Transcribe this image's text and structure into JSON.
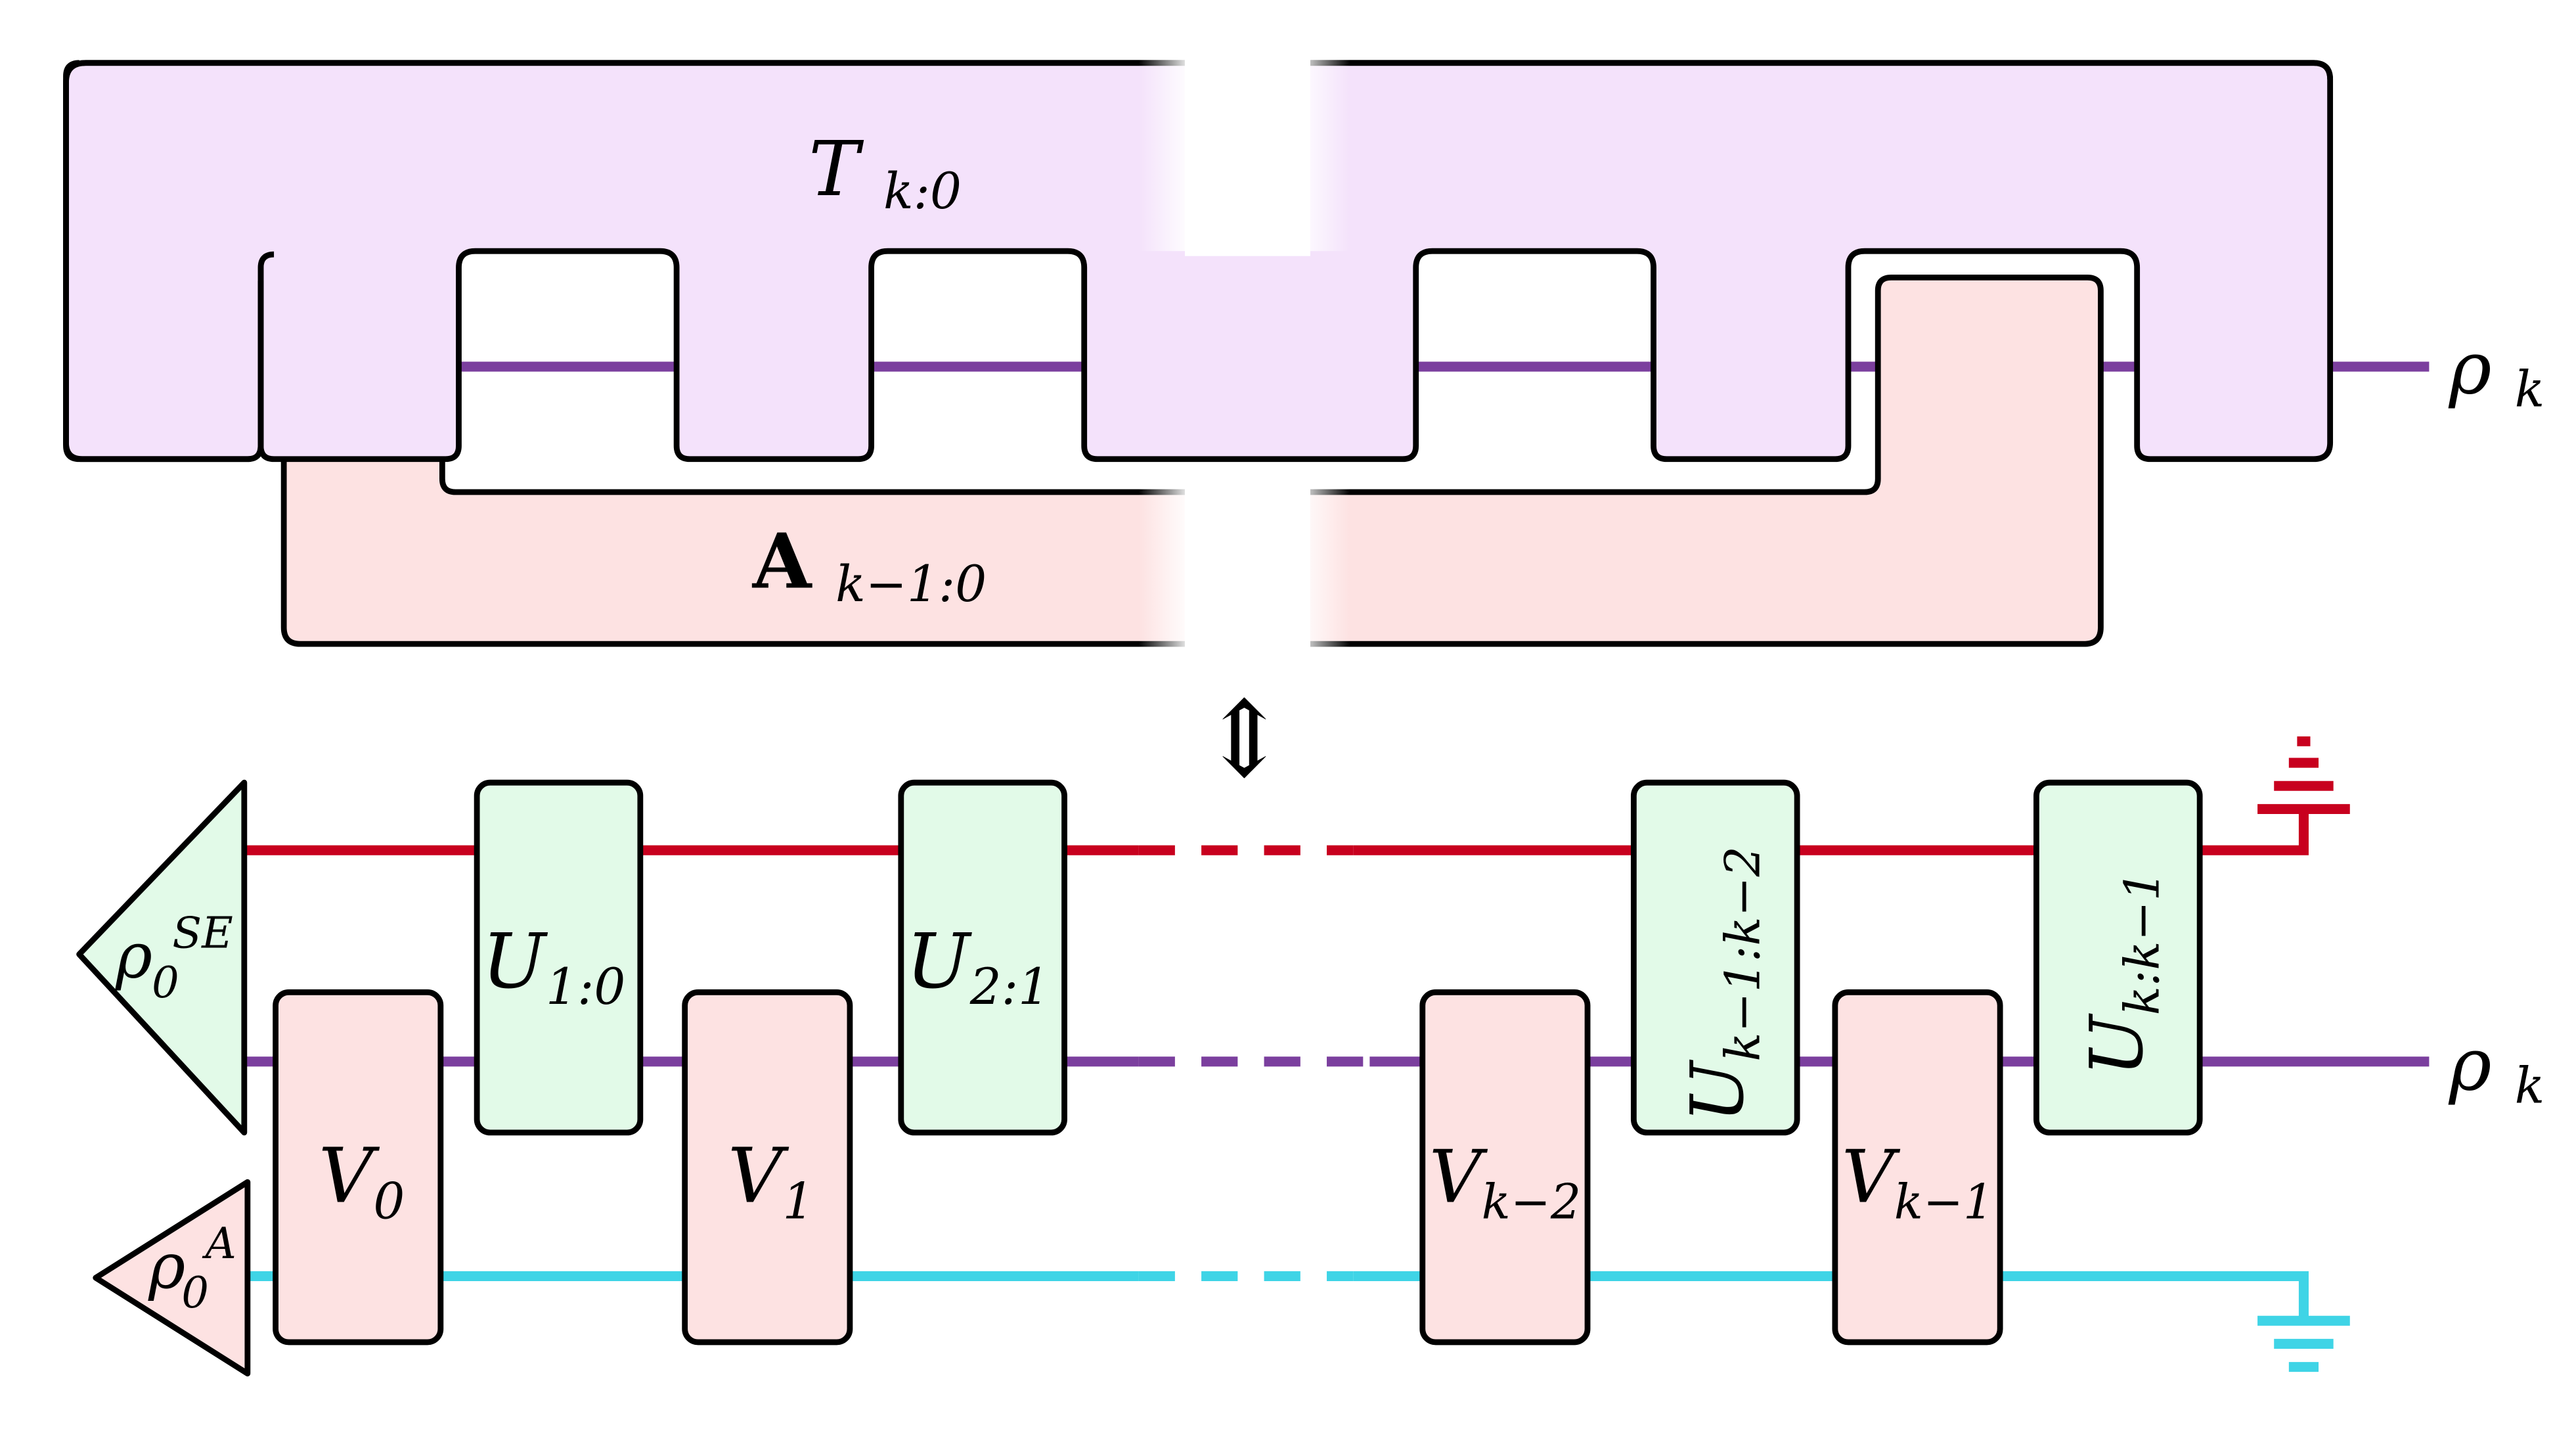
{
  "top": {
    "comb_label": {
      "main": "T",
      "sub": "k:0"
    },
    "tester_label": {
      "main": "A",
      "sub": "k−1:0"
    },
    "output_label": {
      "main": "ρ",
      "sub": "k"
    }
  },
  "equiv_symbol": "⇕",
  "bottom": {
    "se_state": {
      "main": "ρ",
      "sub": "0",
      "sup": "SE"
    },
    "a_state": {
      "main": "ρ",
      "sub": "0",
      "sup": "A"
    },
    "unitaries": [
      {
        "main": "U",
        "sub": "1:0"
      },
      {
        "main": "U",
        "sub": "2:1"
      },
      {
        "main": "U",
        "sub": "k−1:k−2"
      },
      {
        "main": "U",
        "sub": "k:k−1"
      }
    ],
    "operations": [
      {
        "main": "V",
        "sub": "0"
      },
      {
        "main": "V",
        "sub": "1"
      },
      {
        "main": "V",
        "sub": "k−2"
      },
      {
        "main": "V",
        "sub": "k−1"
      }
    ],
    "output_label": {
      "main": "ρ",
      "sub": "k"
    }
  },
  "colors": {
    "comb_fill": "#f4e2fb",
    "tester_fill": "#fde2e2",
    "gate_fill": "#e2fae8",
    "system_wire": "#7b3f9e",
    "env_wire": "#c8001e",
    "ancilla_wire": "#3fd4e6"
  }
}
